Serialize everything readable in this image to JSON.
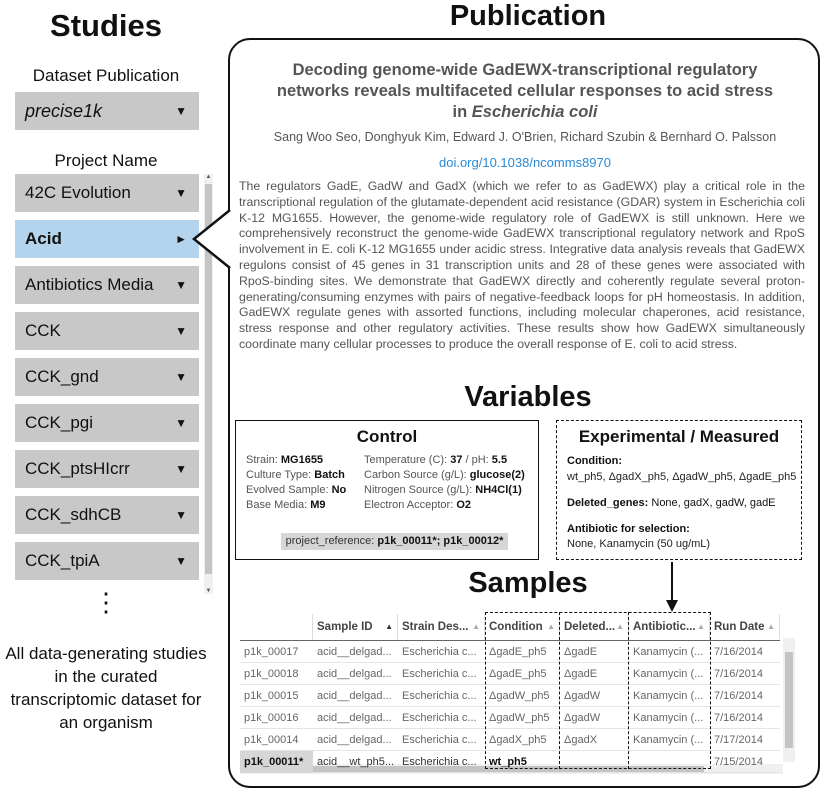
{
  "left": {
    "title": "Studies",
    "dataset_label": "Dataset Publication",
    "dataset_value": "precise1k",
    "project_label": "Project Name",
    "projects": [
      {
        "label": "42C Evolution",
        "selected": false
      },
      {
        "label": "Acid",
        "selected": true
      },
      {
        "label": "Antibiotics Media",
        "selected": false
      },
      {
        "label": "CCK",
        "selected": false
      },
      {
        "label": "CCK_gnd",
        "selected": false
      },
      {
        "label": "CCK_pgi",
        "selected": false
      },
      {
        "label": "CCK_ptsHIcrr",
        "selected": false
      },
      {
        "label": "CCK_sdhCB",
        "selected": false
      },
      {
        "label": "CCK_tpiA",
        "selected": false
      }
    ],
    "ellipsis": "⋮",
    "caption": "All data-generating studies in the curated transcriptomic dataset for an organism",
    "arrow_down": "▼",
    "arrow_right": "►"
  },
  "publication": {
    "section_title": "Publication",
    "title_line1": "Decoding genome-wide GadEWX-transcriptional regulatory",
    "title_line2": "networks reveals multifaceted cellular responses to acid stress",
    "title_line3_prefix": "in ",
    "title_line3_italic": "Escherichia coli",
    "authors": "Sang Woo Seo, Donghyuk Kim, Edward J. O'Brien, Richard Szubin & Bernhard O. Palsson",
    "doi": "doi.org/10.1038/ncomms8970",
    "abstract": "The regulators GadE, GadW and GadX (which we refer to as GadEWX) play a critical role in the transcriptional regulation of the glutamate-dependent acid resistance (GDAR) system in Escherichia coli K-12 MG1655. However, the genome-wide regulatory role of GadEWX is still unknown. Here we comprehensively reconstruct the genome-wide GadEWX transcriptional regulatory network and RpoS involvement in E. coli K-12 MG1655 under acidic stress. Integrative data analysis reveals that GadEWX regulons consist of 45 genes in 31 transcription units and 28 of these genes were associated with RpoS-binding sites. We demonstrate that GadEWX directly and coherently regulate several proton-generating/consuming enzymes with pairs of negative-feedback loops for pH homeostasis. In addition, GadEWX regulate genes with assorted functions, including molecular chaperones, acid resistance, stress response and other regulatory activities. These results show how GadEWX simultaneously coordinate many cellular processes to produce the overall response of E. coli to acid stress."
  },
  "variables": {
    "section_title": "Variables",
    "control": {
      "title": "Control",
      "strain_label": "Strain: ",
      "strain_value": "MG1655",
      "culture_label": "Culture Type: ",
      "culture_value": "Batch",
      "evolved_label": "Evolved Sample: ",
      "evolved_value": "No",
      "media_label": "Base Media: ",
      "media_value": "M9",
      "temp_label": "Temperature (C): ",
      "temp_value": "37",
      "ph_label": " / pH: ",
      "ph_value": "5.5",
      "carbon_label": "Carbon Source (g/L): ",
      "carbon_value": "glucose(2)",
      "nitrogen_label": "Nitrogen Source (g/L): ",
      "nitrogen_value": "NH4Cl(1)",
      "electron_label": "Electron Acceptor: ",
      "electron_value": "O2",
      "projref_label": "project_reference: ",
      "projref_value": "p1k_00011*; p1k_00012*"
    },
    "experimental": {
      "title": "Experimental / Measured",
      "condition_head": "Condition:",
      "condition_text": "wt_ph5, ΔgadX_ph5, ΔgadW_ph5, ΔgadE_ph5",
      "deleted_head": "Deleted_genes:",
      "deleted_text": "None, gadX, gadW, gadE",
      "antibiotic_head": "Antibiotic for selection:",
      "antibiotic_text": "None, Kanamycin (50 ug/mL)"
    }
  },
  "samples": {
    "section_title": "Samples",
    "columns": [
      "",
      "Sample ID",
      "Strain Des...",
      "Condition",
      "Deleted...",
      "Antibiotic...",
      "Run Date"
    ],
    "sort_up": "▲",
    "rows": [
      [
        "p1k_00017",
        "acid__delgad...",
        "Escherichia c...",
        "ΔgadE_ph5",
        "ΔgadE",
        "Kanamycin (...",
        "7/16/2014"
      ],
      [
        "p1k_00018",
        "acid__delgad...",
        "Escherichia c...",
        "ΔgadE_ph5",
        "ΔgadE",
        "Kanamycin (...",
        "7/16/2014"
      ],
      [
        "p1k_00015",
        "acid__delgad...",
        "Escherichia c...",
        "ΔgadW_ph5",
        "ΔgadW",
        "Kanamycin (...",
        "7/16/2014"
      ],
      [
        "p1k_00016",
        "acid__delgad...",
        "Escherichia c...",
        "ΔgadW_ph5",
        "ΔgadW",
        "Kanamycin (...",
        "7/16/2014"
      ],
      [
        "p1k_00014",
        "acid__delgad...",
        "Escherichia c...",
        "ΔgadX_ph5",
        "ΔgadX",
        "Kanamycin (...",
        "7/17/2014"
      ],
      [
        "p1k_00011*",
        "acid__wt_ph5...",
        "Escherichia c...",
        "wt_ph5",
        "",
        "",
        "7/15/2014"
      ]
    ]
  },
  "colors": {
    "selected_item": "#b3d4ec",
    "dropdown_bg": "#c8c8c8",
    "doi_link": "#2a8ad8"
  }
}
